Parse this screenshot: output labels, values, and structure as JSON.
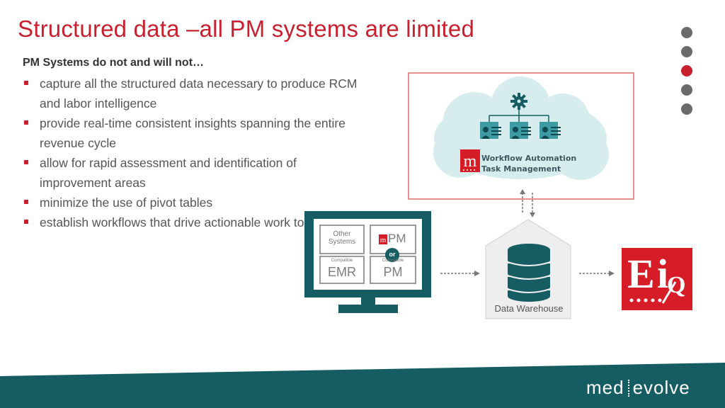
{
  "slide": {
    "title": "Structured data –all PM systems are limited",
    "subtitle": "PM Systems do not and will not…",
    "bullets": [
      "capture all the structured data necessary to produce RCM and labor intelligence",
      "provide real-time consistent insights spanning the entire revenue cycle",
      "allow for rapid assessment and identification of improvement areas",
      "minimize the use of pivot tables",
      "establish workflows that drive actionable work to RCM staff"
    ]
  },
  "nav": {
    "dot_count": 5,
    "active_index": 2
  },
  "diagram": {
    "workflow_line1": "Workflow Automation",
    "workflow_line2": "Task Management",
    "monitor": {
      "other_systems_l1": "Other",
      "other_systems_l2": "Systems",
      "pm": "PM",
      "or": "or",
      "emr_caption": "Compatible",
      "emr": "EMR",
      "pm2_caption": "Compatible",
      "pm2": "PM"
    },
    "data_warehouse": "Data Warehouse"
  },
  "brand": {
    "left": "med",
    "right": "evolve"
  },
  "colors": {
    "accent_red": "#c8202f",
    "teal": "#155d63",
    "cloud": "#d7ecec",
    "gray": "#6b6b6b"
  }
}
